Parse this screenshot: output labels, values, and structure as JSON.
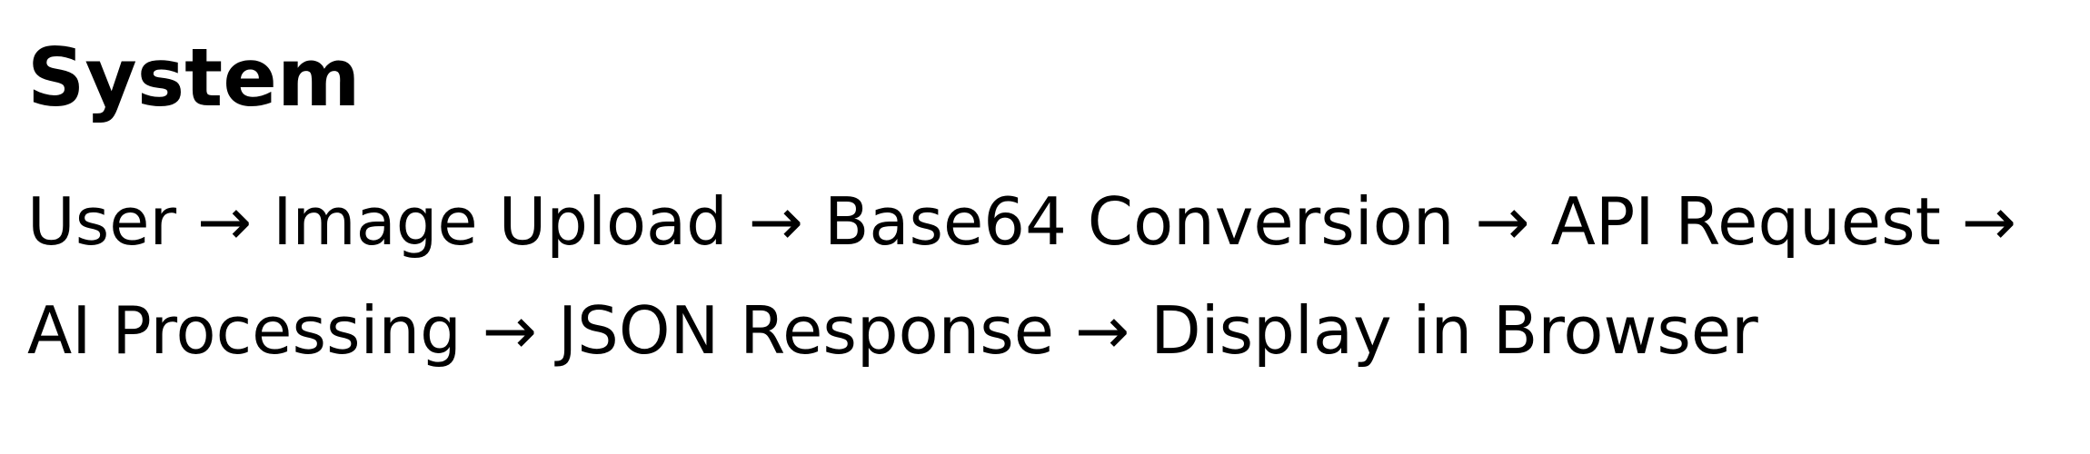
{
  "title": "System",
  "flow": {
    "line1": "User → Image Upload → Base64 Conversion → API Request →",
    "line2": "AI Processing → JSON Response → Display in Browser"
  }
}
